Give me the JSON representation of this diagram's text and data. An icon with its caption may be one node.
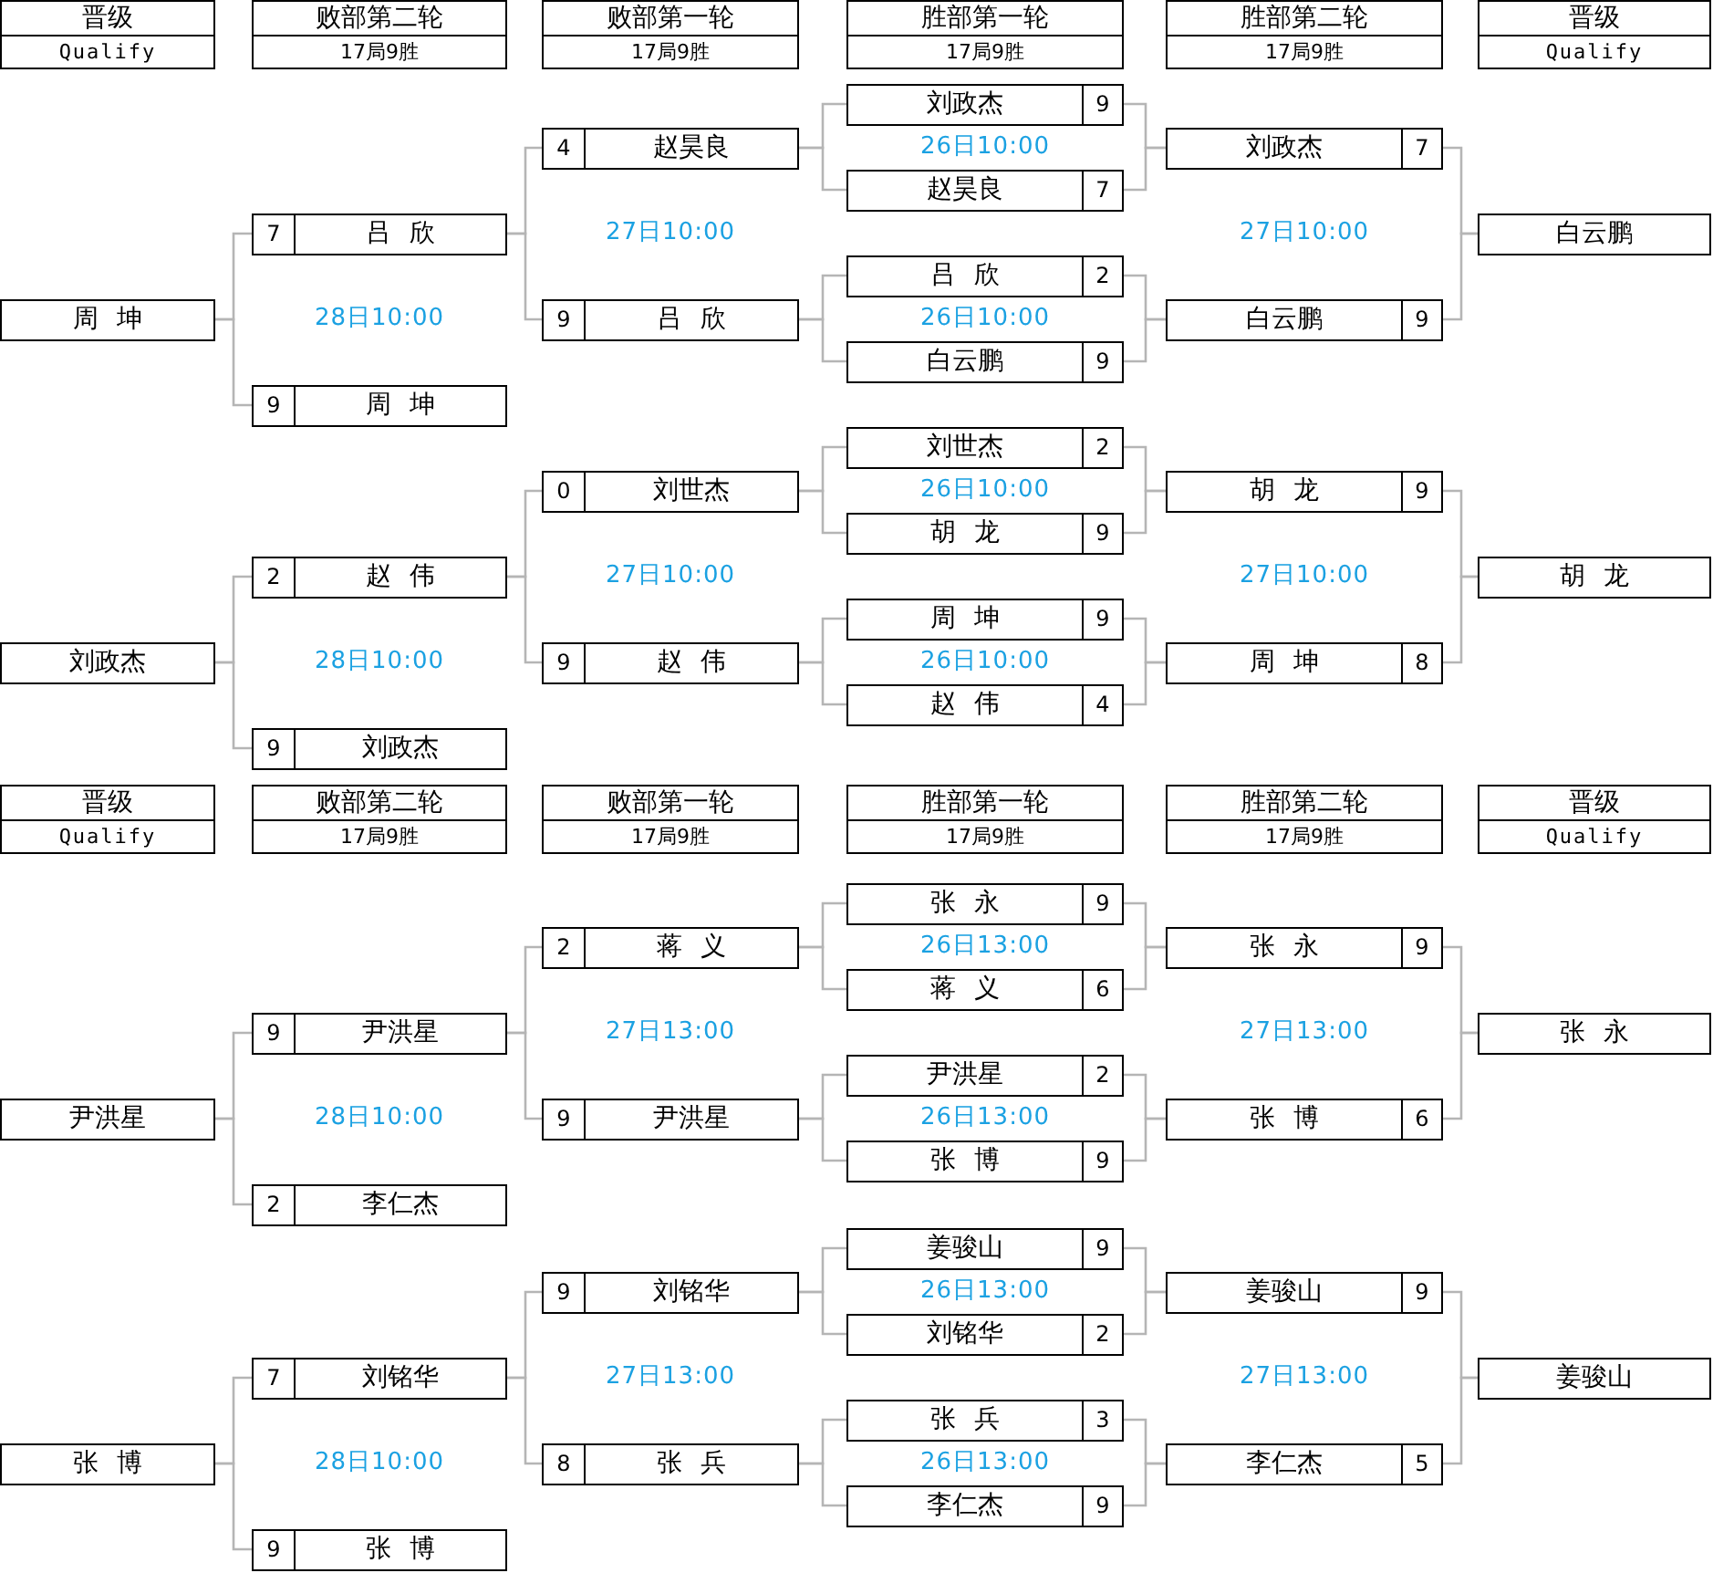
{
  "diagram": {
    "nodes": [
      {
        "text": [
          "晋级",
          "Qualify"
        ]
      },
      {
        "text": [
          "败部第二轮",
          "17局9胜"
        ]
      },
      {
        "text": [
          "败部第一轮",
          "17局9胜"
        ]
      },
      {
        "text": [
          "胜部第一轮",
          "17局9胜"
        ]
      },
      {
        "text": [
          "胜部第二轮",
          "17局9胜"
        ]
      },
      {
        "text": [
          "晋级",
          "Qualify"
        ]
      },
      {
        "text": [
          "周 坤"
        ]
      },
      {
        "text": [
          "7",
          "吕 欣"
        ]
      },
      {
        "text": [
          "9",
          "周 坤"
        ]
      },
      {
        "text": [
          "4",
          "赵昊良"
        ]
      },
      {
        "text": [
          "9",
          "吕 欣"
        ]
      },
      {
        "text": [
          "刘政杰",
          "9"
        ]
      },
      {
        "text": [
          "赵昊良",
          "7"
        ]
      },
      {
        "text": [
          "吕 欣",
          "2"
        ]
      },
      {
        "text": [
          "白云鹏",
          "9"
        ]
      },
      {
        "text": [
          "刘政杰",
          "7"
        ]
      },
      {
        "text": [
          "白云鹏",
          "9"
        ]
      },
      {
        "text": [
          "白云鹏"
        ]
      },
      {
        "text": [
          "刘政杰"
        ]
      },
      {
        "text": [
          "2",
          "赵 伟"
        ]
      },
      {
        "text": [
          "9",
          "刘政杰"
        ]
      },
      {
        "text": [
          "0",
          "刘世杰"
        ]
      },
      {
        "text": [
          "9",
          "赵 伟"
        ]
      },
      {
        "text": [
          "刘世杰",
          "2"
        ]
      },
      {
        "text": [
          "胡 龙",
          "9"
        ]
      },
      {
        "text": [
          "周 坤",
          "9"
        ]
      },
      {
        "text": [
          "赵 伟",
          "4"
        ]
      },
      {
        "text": [
          "胡 龙",
          "9"
        ]
      },
      {
        "text": [
          "周 坤",
          "8"
        ]
      },
      {
        "text": [
          "胡 龙"
        ]
      },
      {
        "text": [
          "晋级",
          "Qualify"
        ]
      },
      {
        "text": [
          "败部第二轮",
          "17局9胜"
        ]
      },
      {
        "text": [
          "败部第一轮",
          "17局9胜"
        ]
      },
      {
        "text": [
          "胜部第一轮",
          "17局9胜"
        ]
      },
      {
        "text": [
          "胜部第二轮",
          "17局9胜"
        ]
      },
      {
        "text": [
          "晋级",
          "Qualify"
        ]
      },
      {
        "text": [
          "尹洪星"
        ]
      },
      {
        "text": [
          "9",
          "尹洪星"
        ]
      },
      {
        "text": [
          "2",
          "李仁杰"
        ]
      },
      {
        "text": [
          "2",
          "蒋 义"
        ]
      },
      {
        "text": [
          "9",
          "尹洪星"
        ]
      },
      {
        "text": [
          "张 永",
          "9"
        ]
      },
      {
        "text": [
          "蒋 义",
          "6"
        ]
      },
      {
        "text": [
          "尹洪星",
          "2"
        ]
      },
      {
        "text": [
          "张 博",
          "9"
        ]
      },
      {
        "text": [
          "张 永",
          "9"
        ]
      },
      {
        "text": [
          "张 博",
          "6"
        ]
      },
      {
        "text": [
          "张 永"
        ]
      },
      {
        "text": [
          "张 博"
        ]
      },
      {
        "text": [
          "7",
          "刘铭华"
        ]
      },
      {
        "text": [
          "9",
          "张 博"
        ]
      },
      {
        "text": [
          "9",
          "刘铭华"
        ]
      },
      {
        "text": [
          "8",
          "张 兵"
        ]
      },
      {
        "text": [
          "姜骏山",
          "9"
        ]
      },
      {
        "text": [
          "刘铭华",
          "2"
        ]
      },
      {
        "text": [
          "张 兵",
          "3"
        ]
      },
      {
        "text": [
          "李仁杰",
          "9"
        ]
      },
      {
        "text": [
          "姜骏山",
          "9"
        ]
      },
      {
        "text": [
          "李仁杰",
          "5"
        ]
      },
      {
        "text": [
          "姜骏山"
        ]
      }
    ],
    "edges": [
      {
        "from": 11,
        "to": 15,
        "arrow": "none"
      },
      {
        "from": 12,
        "to": 15,
        "arrow": "none"
      },
      {
        "from": 13,
        "to": 16,
        "arrow": "none"
      },
      {
        "from": 14,
        "to": 16,
        "arrow": "none"
      },
      {
        "from": 15,
        "to": 17,
        "arrow": "none"
      },
      {
        "from": 16,
        "to": 17,
        "arrow": "none"
      },
      {
        "from": 11,
        "to": 9,
        "arrow": "none"
      },
      {
        "from": 12,
        "to": 9,
        "arrow": "none"
      },
      {
        "from": 13,
        "to": 10,
        "arrow": "none"
      },
      {
        "from": 14,
        "to": 10,
        "arrow": "none"
      },
      {
        "from": 9,
        "to": 7,
        "arrow": "none"
      },
      {
        "from": 10,
        "to": 7,
        "arrow": "none"
      },
      {
        "from": 7,
        "to": 6,
        "arrow": "none"
      },
      {
        "from": 8,
        "to": 6,
        "arrow": "none"
      },
      {
        "from": 23,
        "to": 27,
        "arrow": "none"
      },
      {
        "from": 24,
        "to": 27,
        "arrow": "none"
      },
      {
        "from": 25,
        "to": 28,
        "arrow": "none"
      },
      {
        "from": 26,
        "to": 28,
        "arrow": "none"
      },
      {
        "from": 27,
        "to": 29,
        "arrow": "none"
      },
      {
        "from": 28,
        "to": 29,
        "arrow": "none"
      },
      {
        "from": 23,
        "to": 21,
        "arrow": "none"
      },
      {
        "from": 24,
        "to": 21,
        "arrow": "none"
      },
      {
        "from": 25,
        "to": 22,
        "arrow": "none"
      },
      {
        "from": 26,
        "to": 22,
        "arrow": "none"
      },
      {
        "from": 21,
        "to": 19,
        "arrow": "none"
      },
      {
        "from": 22,
        "to": 19,
        "arrow": "none"
      },
      {
        "from": 19,
        "to": 18,
        "arrow": "none"
      },
      {
        "from": 20,
        "to": 18,
        "arrow": "none"
      },
      {
        "from": 41,
        "to": 45,
        "arrow": "none"
      },
      {
        "from": 42,
        "to": 45,
        "arrow": "none"
      },
      {
        "from": 43,
        "to": 46,
        "arrow": "none"
      },
      {
        "from": 44,
        "to": 46,
        "arrow": "none"
      },
      {
        "from": 45,
        "to": 47,
        "arrow": "none"
      },
      {
        "from": 46,
        "to": 47,
        "arrow": "none"
      },
      {
        "from": 41,
        "to": 39,
        "arrow": "none"
      },
      {
        "from": 42,
        "to": 39,
        "arrow": "none"
      },
      {
        "from": 43,
        "to": 40,
        "arrow": "none"
      },
      {
        "from": 44,
        "to": 40,
        "arrow": "none"
      },
      {
        "from": 39,
        "to": 37,
        "arrow": "none"
      },
      {
        "from": 40,
        "to": 37,
        "arrow": "none"
      },
      {
        "from": 37,
        "to": 36,
        "arrow": "none"
      },
      {
        "from": 38,
        "to": 36,
        "arrow": "none"
      },
      {
        "from": 53,
        "to": 57,
        "arrow": "none"
      },
      {
        "from": 54,
        "to": 57,
        "arrow": "none"
      },
      {
        "from": 55,
        "to": 58,
        "arrow": "none"
      },
      {
        "from": 56,
        "to": 58,
        "arrow": "none"
      },
      {
        "from": 57,
        "to": 59,
        "arrow": "none"
      },
      {
        "from": 58,
        "to": 59,
        "arrow": "none"
      },
      {
        "from": 53,
        "to": 51,
        "arrow": "none"
      },
      {
        "from": 54,
        "to": 51,
        "arrow": "none"
      },
      {
        "from": 55,
        "to": 52,
        "arrow": "none"
      },
      {
        "from": 56,
        "to": 52,
        "arrow": "none"
      },
      {
        "from": 51,
        "to": 49,
        "arrow": "none"
      },
      {
        "from": 52,
        "to": 49,
        "arrow": "none"
      },
      {
        "from": 49,
        "to": 48,
        "arrow": "none"
      },
      {
        "from": 50,
        "to": 48,
        "arrow": "none"
      }
    ],
    "labels": [
      "26日10:00",
      "27日10:00",
      "27日10:00",
      "28日10:00",
      "26日10:00",
      "26日10:00",
      "27日10:00",
      "27日10:00",
      "28日10:00",
      "26日10:00",
      "26日13:00",
      "27日13:00",
      "27日13:00",
      "28日10:00",
      "26日13:00",
      "26日13:00",
      "27日13:00",
      "27日13:00",
      "28日10:00",
      "26日13:00"
    ]
  }
}
